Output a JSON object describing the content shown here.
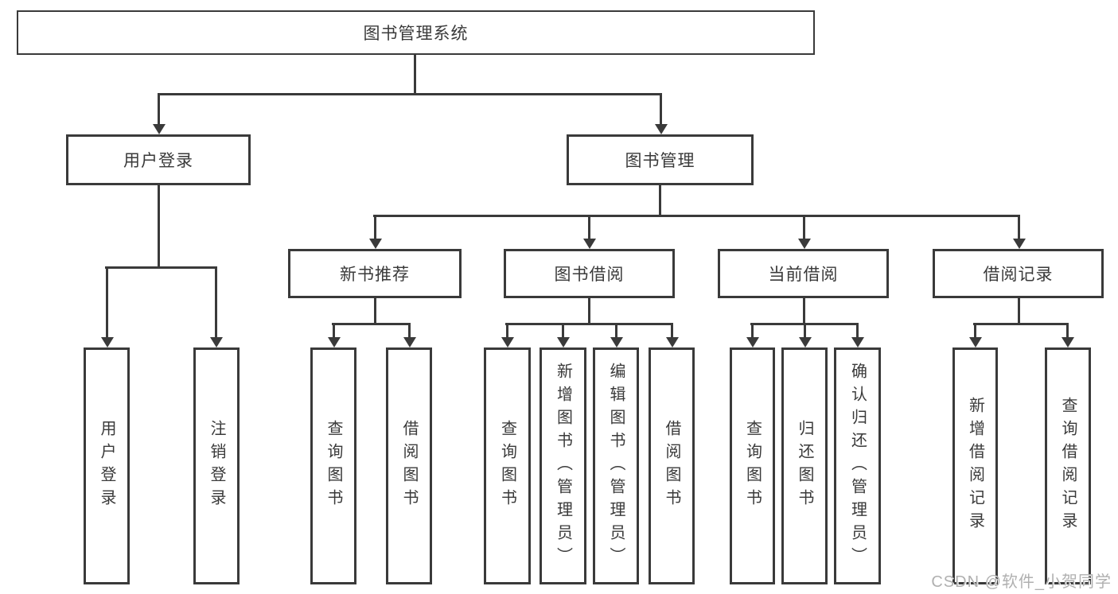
{
  "diagram": {
    "title": "图书管理系统",
    "root": {
      "label": "图书管理系统"
    },
    "level2": [
      {
        "label": "用户登录"
      },
      {
        "label": "图书管理"
      }
    ],
    "level3": [
      {
        "label": "新书推荐"
      },
      {
        "label": "图书借阅"
      },
      {
        "label": "当前借阅"
      },
      {
        "label": "借阅记录"
      }
    ],
    "leaves": {
      "user": [
        "用户登录",
        "注销登录"
      ],
      "recommend": [
        "查询图书",
        "借阅图书"
      ],
      "borrow": [
        "查询图书",
        "新增图书（管理员）",
        "编辑图书（管理员）",
        "借阅图书"
      ],
      "current": [
        "查询图书",
        "归还图书",
        "确认归还（管理员）"
      ],
      "records": [
        "新增借阅记录",
        "查询借阅记录"
      ]
    }
  },
  "watermark": {
    "text": "CSDN @软件_小贺同学"
  },
  "colors": {
    "line": "#3a3a3a",
    "text": "#3a3a3a",
    "watermark": "#b0b0b0",
    "background": "#ffffff"
  }
}
